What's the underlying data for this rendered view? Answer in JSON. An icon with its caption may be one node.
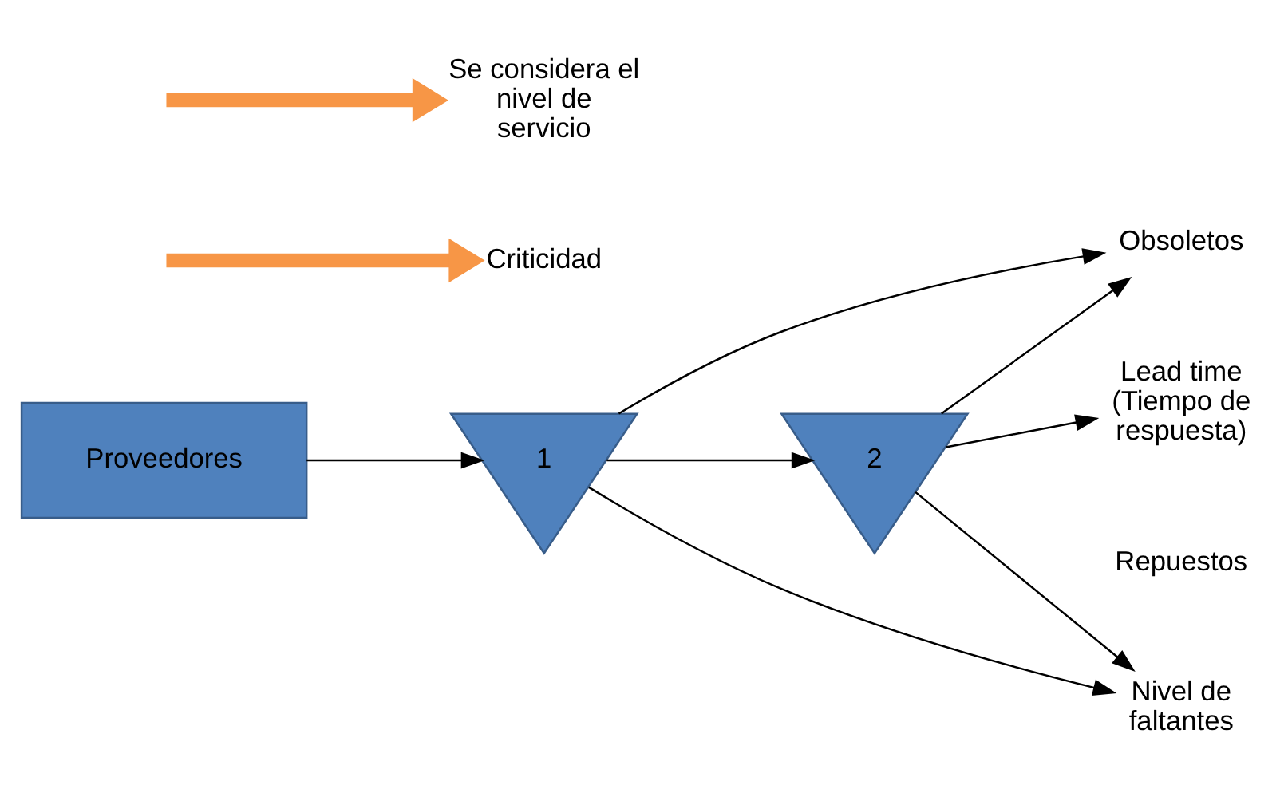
{
  "diagram": {
    "nodes": [
      {
        "text": [
          "Proveedores"
        ]
      },
      {
        "text": [
          "1"
        ]
      },
      {
        "text": [
          "2"
        ]
      },
      {
        "text": [
          "Obsoletos"
        ]
      },
      {
        "text": [
          "Lead time (Tiempo de respuesta)"
        ]
      },
      {
        "text": [
          "Nivel de faltantes"
        ]
      },
      {
        "text": [
          "Criticidad"
        ]
      },
      {
        "text": [
          "Se considera el nivel de servicio"
        ]
      }
    ],
    "edges": [
      {
        "from": 0,
        "to": 1,
        "arrow": "to"
      },
      {
        "from": 1,
        "to": 2,
        "arrow": "to"
      },
      {
        "from": 1,
        "to": 3,
        "arrow": "to"
      },
      {
        "from": 2,
        "to": 3,
        "arrow": "to"
      },
      {
        "from": 2,
        "to": 4,
        "arrow": "to"
      },
      {
        "from": 1,
        "to": 5,
        "arrow": "to"
      },
      {
        "from": 2,
        "to": 5,
        "arrow": "to"
      },
      {
        "from": null,
        "to": 6,
        "arrow": "to",
        "style": "thick",
        "color": "#f79646"
      },
      {
        "from": null,
        "to": 7,
        "arrow": "to",
        "style": "thick",
        "color": "#f79646"
      }
    ],
    "labels": [
      "Repuestos"
    ]
  }
}
